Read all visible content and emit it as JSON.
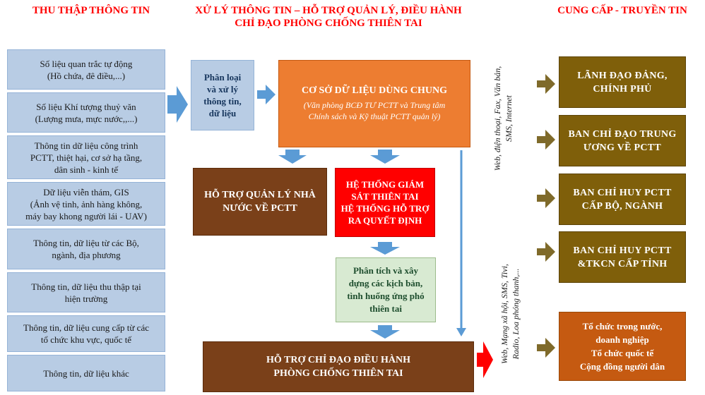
{
  "headers": {
    "collect": "THU THẬP THÔNG TIN",
    "process_line1": "XỬ LÝ THÔNG TIN – HỖ TRỢ QUẢN LÝ, ĐIỀU HÀNH",
    "process_line2": "CHỈ ĐẠO PHÒNG CHỐNG THIÊN TAI",
    "provide": "CUNG CẤP - TRUYỀN TIN"
  },
  "inputs": [
    {
      "line1": "Số liệu quan trắc tự động",
      "line2": "(Hồ chứa, đê điều,...)",
      "line3": ""
    },
    {
      "line1": "Số liệu Khí tượng thuỷ văn",
      "line2": "(Lượng mưa, mực nước,,...)",
      "line3": ""
    },
    {
      "line1": "Thông tin dữ liệu công trình",
      "line2": "PCTT, thiệt hại, cơ sở hạ tầng,",
      "line3": "dân sinh - kinh tế"
    },
    {
      "line1": "Dữ liệu viễn thám, GIS",
      "line2": "(Ảnh vệ tinh, ảnh hàng không,",
      "line3": "máy bay khong người lái - UAV)"
    },
    {
      "line1": "Thông tin, dữ liệu từ các Bộ,",
      "line2": "ngành, địa phương",
      "line3": ""
    },
    {
      "line1": "Thông tin, dữ liệu thu thập tại",
      "line2": "hiện trường",
      "line3": ""
    },
    {
      "line1": "Thông tin, dữ liệu cung cấp từ các",
      "line2": "tổ chức khu vực, quốc tế",
      "line3": ""
    },
    {
      "line1": "Thông tin, dữ liệu khác",
      "line2": "",
      "line3": ""
    }
  ],
  "classify": {
    "line1": "Phân loại",
    "line2": "và xử lý",
    "line3": "thông tin,",
    "line4": "dữ liệu"
  },
  "shared_db": {
    "title": "CƠ SỞ DỮ LIỆU DÙNG CHUNG",
    "sub1": "(Văn phòng BCĐ TƯ PCTT và Trung tâm",
    "sub2": "Chính sách và Kỹ thuật PCTT quản lý)"
  },
  "state_mgmt": {
    "line1": "HỖ TRỢ QUẢN LÝ NHÀ",
    "line2": "NƯỚC VỀ PCTT"
  },
  "monitor": {
    "line1": "HỆ THỐNG GIÁM",
    "line2": "SÁT THIÊN TAI",
    "line3": "HỆ THỐNG HỖ TRỢ",
    "line4": "RA QUYẾT ĐỊNH"
  },
  "scenario": {
    "line1": "Phân tích và xây",
    "line2": "dựng các kịch bản,",
    "line3": "tình huống ứng phó",
    "line4": "thiên tai"
  },
  "command": {
    "line1": "HỖ TRỢ CHỈ ĐẠO ĐIỀU HÀNH",
    "line2": "PHÒNG CHỐNG THIÊN TAI"
  },
  "channels": {
    "top_line1": "Web, điện thoại, Fax, Văn bản,",
    "top_line2": "SMS, Internet",
    "bottom_line1": "Web, Mạng xã hội, SMS, Tivi,",
    "bottom_line2": "Radio, Loa phóng thanh,..."
  },
  "recipients": [
    {
      "line1": "LÃNH ĐẠO ĐẢNG,",
      "line2": "CHÍNH PHỦ"
    },
    {
      "line1": "BAN CHỈ ĐẠO TRUNG",
      "line2": "ƯƠNG VỀ PCTT"
    },
    {
      "line1": "BAN CHỈ HUY PCTT",
      "line2": "CẤP BỘ, NGÀNH"
    },
    {
      "line1": "BAN CHỈ HUY PCTT",
      "line2": "&TKCN CẤP TỈNH"
    }
  ],
  "public": {
    "line1": "Tổ chức trong nước,",
    "line2": "doanh nghiệp",
    "line3": "Tổ chức quốc tế",
    "line4": "Cộng đồng người dân"
  },
  "colors": {
    "header_red": "#ff0000",
    "input_blue": "#b8cce4",
    "arrow_blue": "#5b9bd5",
    "orange": "#ed7d31",
    "brown": "#7a4019",
    "red": "#ff0000",
    "green": "#d8ead2",
    "olive": "#7f5f0a",
    "arrow_olive": "#7f6a2a"
  }
}
